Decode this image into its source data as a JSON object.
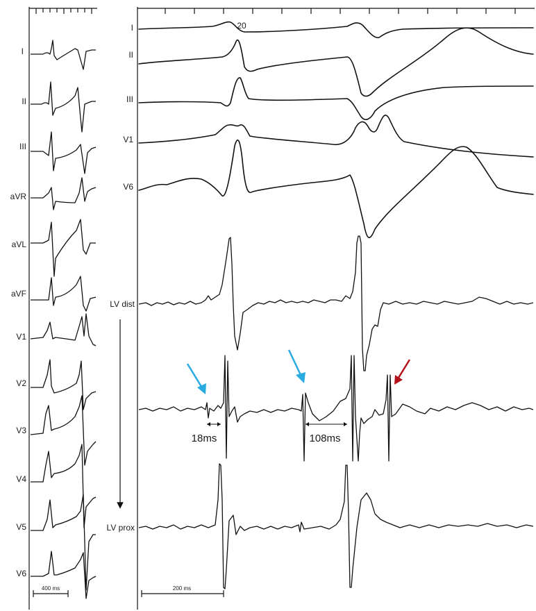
{
  "left_panel": {
    "leads": [
      "I",
      "II",
      "III",
      "aVR",
      "aVL",
      "aVF",
      "V1",
      "V2",
      "V3",
      "V4",
      "V5",
      "V6"
    ],
    "scale_label": "400 ms"
  },
  "right_panel": {
    "beat_number": "20",
    "surface_leads": [
      "I",
      "II",
      "III",
      "V1",
      "V6"
    ],
    "intracardiac_labels": {
      "distal": "LV dist",
      "proximal": "LV prox"
    },
    "measurements": [
      "18ms",
      "108ms"
    ],
    "scale_label": "200 ms"
  },
  "colors": {
    "blue_arrow": "#29abe2",
    "red_arrow": "#b5121b",
    "trace": "#111111"
  }
}
